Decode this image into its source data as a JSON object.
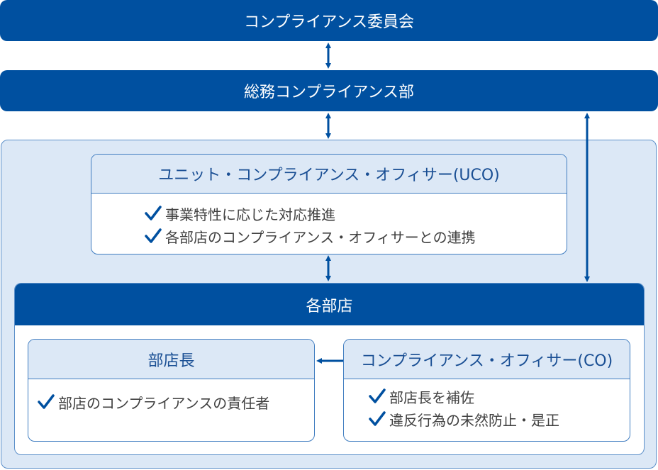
{
  "committee": {
    "label": "コンプライアンス委員会"
  },
  "general_dept": {
    "label": "総務コンプライアンス部"
  },
  "uco": {
    "title": "ユニット・コンプライアンス・オフィサー(UCO)",
    "items": [
      "事業特性に応じた対応推進",
      "各部店のコンプライアンス・オフィサーとの連携"
    ]
  },
  "branches": {
    "title": "各部店",
    "manager": {
      "title": "部店長",
      "items": [
        "部店のコンプライアンスの責任者"
      ]
    },
    "co": {
      "title": "コンプライアンス・オフィサー(CO)",
      "items": [
        "部店長を補佐",
        "違反行為の未然防止・是正"
      ]
    }
  },
  "colors": {
    "primary": "#0050a0",
    "panel": "#dce8f6",
    "border": "#3f7cc0",
    "text": "#404040"
  },
  "icons": {
    "check": "check-icon",
    "arrow": "arrow-icon"
  }
}
